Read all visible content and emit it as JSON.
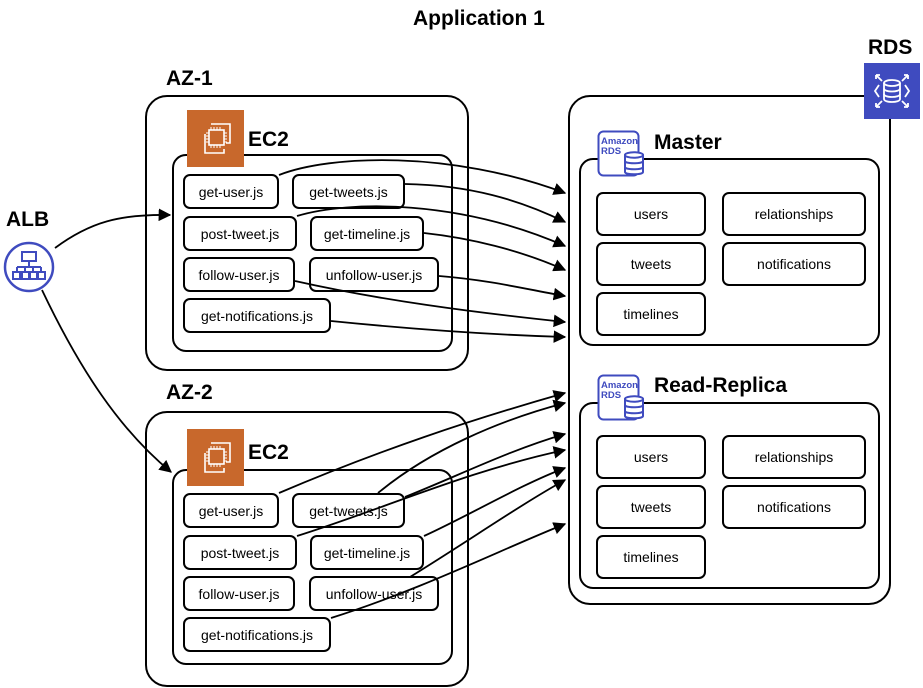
{
  "title": "Application 1",
  "alb": {
    "label": "ALB",
    "icon": "load-balancer-icon",
    "color": "#3f4bbf"
  },
  "ec2_color": "#c8682c",
  "rds_color": "#3f4bbf",
  "zones": [
    {
      "label": "AZ-1",
      "ec2_label": "EC2",
      "functions": [
        "get-user.js",
        "get-tweets.js",
        "post-tweet.js",
        "get-timeline.js",
        "follow-user.js",
        "unfollow-user.js",
        "get-notifications.js"
      ]
    },
    {
      "label": "AZ-2",
      "ec2_label": "EC2",
      "functions": [
        "get-user.js",
        "get-tweets.js",
        "post-tweet.js",
        "get-timeline.js",
        "follow-user.js",
        "unfollow-user.js",
        "get-notifications.js"
      ]
    }
  ],
  "rds": {
    "label": "RDS",
    "icon_text": [
      "Amazon",
      "RDS"
    ],
    "instances": [
      {
        "label": "Master",
        "tables": [
          "users",
          "relationships",
          "tweets",
          "notifications",
          "timelines"
        ]
      },
      {
        "label": "Read-Replica",
        "tables": [
          "users",
          "relationships",
          "tweets",
          "notifications",
          "timelines"
        ]
      }
    ]
  }
}
